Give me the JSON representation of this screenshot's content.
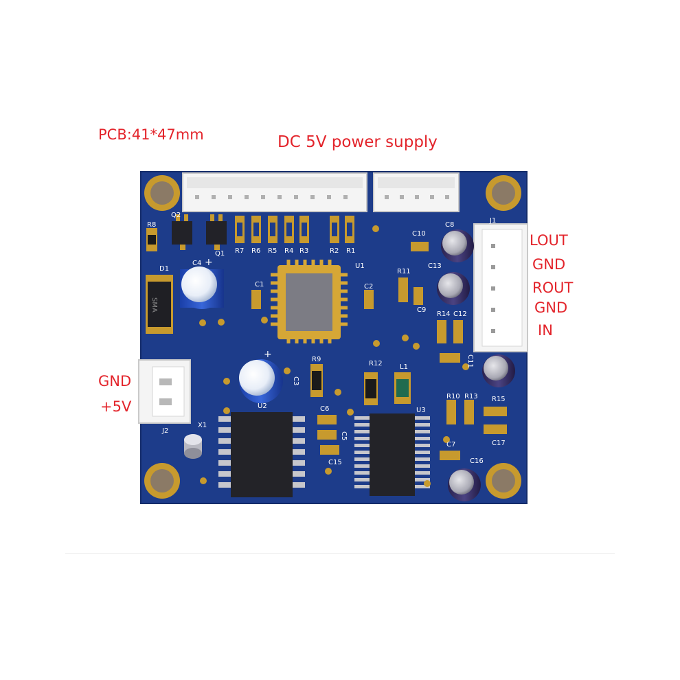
{
  "annotations": {
    "pcb_size": "PCB:41*47mm",
    "power_supply": "DC 5V power supply",
    "right_pins": [
      "LOUT",
      "GND",
      "ROUT",
      "GND",
      "IN"
    ],
    "left_pins": [
      "GND",
      "+5V"
    ]
  },
  "silkscreen": {
    "q2": "Q2",
    "q1": "Q1",
    "r8": "R8",
    "d1": "D1",
    "sma": "SMA",
    "c4": "C4",
    "c1": "C1",
    "c2": "C2",
    "u1": "U1",
    "r7": "R7",
    "r6": "R6",
    "r5": "R5",
    "r4": "R4",
    "r3": "R3",
    "r2": "R2",
    "r1": "R1",
    "c10": "C10",
    "c8": "C8",
    "r11": "R11",
    "c13": "C13",
    "c9": "C9",
    "r14": "R14",
    "c12": "C12",
    "c11": "C11",
    "r9": "R9",
    "r12": "R12",
    "l1": "L1",
    "c3": "C3",
    "u2": "U2",
    "u3": "U3",
    "j2": "J2",
    "x1": "X1",
    "c6": "C6",
    "c5": "C5",
    "c15": "C15",
    "c7": "C7",
    "c16": "C16",
    "r10": "R10",
    "r13": "R13",
    "r15": "R15",
    "c17": "C17",
    "j1": "J1",
    "plus": "+"
  },
  "colors": {
    "board": "#1d3c8a",
    "annotation": "#e3242b",
    "copper_pad": "#c79a2e",
    "silkscreen": "#ffffff"
  }
}
